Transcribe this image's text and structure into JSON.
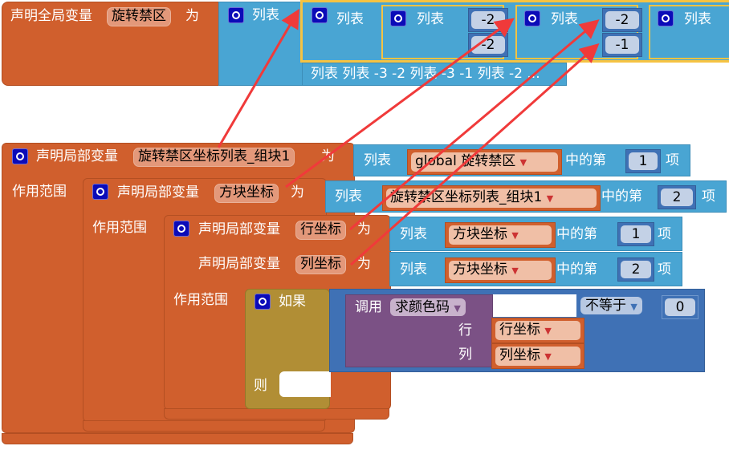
{
  "global_decl": {
    "label": "声明全局变量",
    "var_name": "旋转禁区",
    "as": "为",
    "list_label": "列表",
    "sublists": [
      {
        "label": "列表",
        "items": [
          "-2",
          "-2"
        ]
      },
      {
        "label": "列表",
        "items": [
          "-2",
          "-1"
        ]
      },
      {
        "label": "列表"
      }
    ],
    "collapsed_text": "列表 列表 -3 -2 列表 -3 -1 列表 -2 ..."
  },
  "local1": {
    "label": "声明局部变量",
    "var_name": "旋转禁区坐标列表_组块1",
    "as": "为",
    "scope": "作用范围",
    "list_label": "列表",
    "getter": "global 旋转禁区",
    "index_of": "中的第",
    "index": "1",
    "item": "项"
  },
  "local2": {
    "label": "声明局部变量",
    "var_name": "方块坐标",
    "as": "为",
    "scope": "作用范围",
    "list_label": "列表",
    "getter": "旋转禁区坐标列表_组块1",
    "index_of": "中的第",
    "index": "2",
    "item": "项"
  },
  "local3": {
    "label": "声明局部变量",
    "scope": "作用范围",
    "vars": [
      {
        "var_name": "行坐标",
        "as": "为",
        "list_label": "列表",
        "getter": "方块坐标",
        "index_of": "中的第",
        "index": "1",
        "item": "项"
      },
      {
        "var_name": "列坐标",
        "as": "为",
        "list_label": "列表",
        "getter": "方块坐标",
        "index_of": "中的第",
        "index": "2",
        "item": "项"
      }
    ]
  },
  "if_block": {
    "if_label": "如果",
    "then_label": "则",
    "call_label": "调用",
    "procedure": "求颜色码",
    "row_label": "行",
    "row_arg": "行坐标",
    "col_label": "列",
    "col_arg": "列坐标",
    "operator": "不等于",
    "compare_value": "0"
  },
  "colors": {
    "variable": "#D05F2D",
    "list": "#49A5D3",
    "math": "#3F71B5",
    "control": "#B18E35",
    "procedure": "#7B5185",
    "arrow": "#F03A3A"
  }
}
